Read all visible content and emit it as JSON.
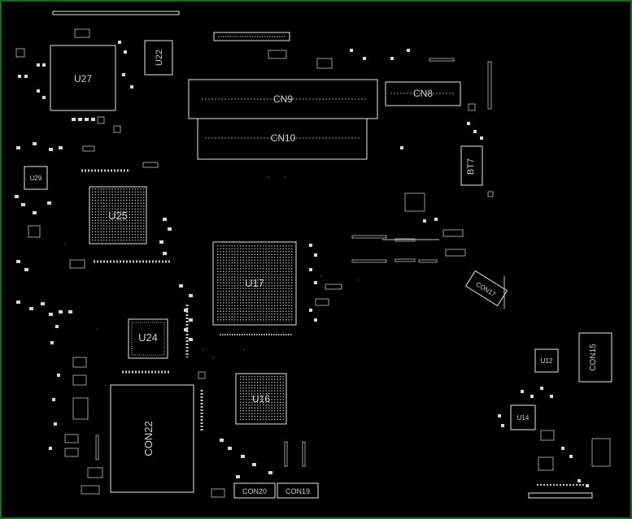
{
  "board": {
    "border_color": "#1f8a2a",
    "background": "#000000",
    "outline_color": "#e6e6e6"
  },
  "components": {
    "u27": "U27",
    "u22": "U22",
    "cn9": "CN9",
    "cn8": "CN8",
    "cn10": "CN10",
    "bt7": "BT7",
    "u29": "U29",
    "u25": "U25",
    "u17": "U17",
    "con17": "CON17",
    "u24": "U24",
    "u16": "U16",
    "con22": "CON22",
    "con20": "CON20",
    "con19": "CON19",
    "u12": "U12",
    "con15": "CON15",
    "u14": "U14"
  }
}
